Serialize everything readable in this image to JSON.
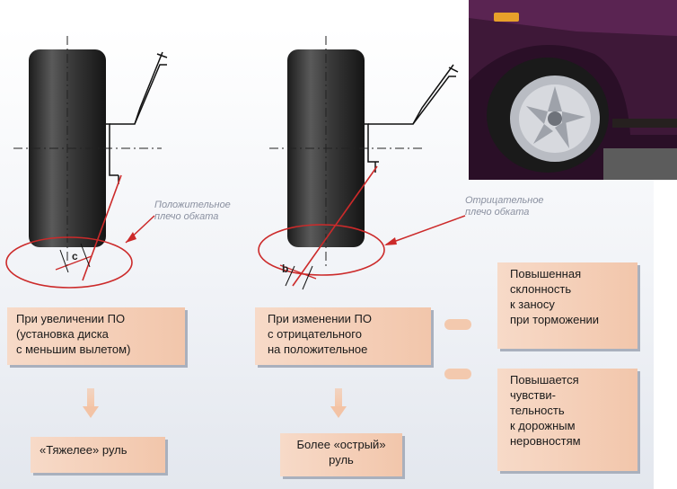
{
  "diagram": {
    "left": {
      "shoulder_label": "Положительное\nплечо обката",
      "dimension_letter": "c",
      "condition_text": "При увеличении ПО\n(установка диска\nс меньшим вылетом)",
      "result_text": "«Тяжелее» руль"
    },
    "right": {
      "shoulder_label": "Отрицательное\nплечо обката",
      "dimension_letter": "b",
      "condition_text": "При изменении ПО\nс отрицательного\nна положительное",
      "result_text": "Более «острый»\nруль"
    },
    "effects": {
      "skid_text": "Повышенная\nсклонность\nк заносу\nпри торможении",
      "sensitivity_text": "Повышается\nчувстви-\nтельность\nк дорожным\nнеровностям"
    }
  },
  "colors": {
    "accent_red": "#cc2a2a",
    "box_fill": "#f3c9ae",
    "tire_dark": "#2b2b2b",
    "car_body": "#4a1d44"
  },
  "icons": [
    "car-wheel-photo",
    "tire-icon",
    "arrow-down-icon"
  ]
}
